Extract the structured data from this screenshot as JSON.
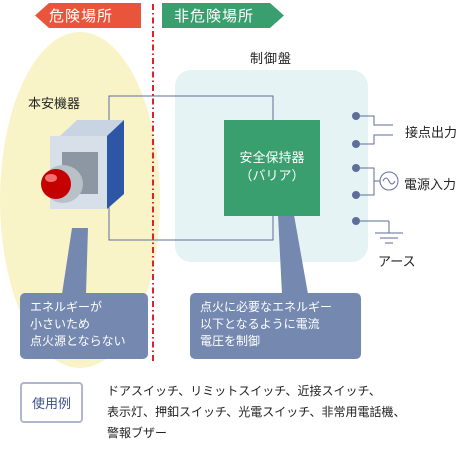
{
  "zones": {
    "hazardous": "危険場所",
    "non_hazardous": "非危険場所"
  },
  "device_label": "本安機器",
  "panel_label": "制御盤",
  "barrier": {
    "line1": "安全保持器",
    "line2": "（バリア）"
  },
  "terminals": {
    "contact_output": "接点出力",
    "power_input": "電源入力",
    "earth": "アース"
  },
  "callouts": {
    "left": [
      "エネルギーが",
      "小さいため",
      "点火源とならない"
    ],
    "right": [
      "点火に必要なエネルギー",
      "以下となるように電流",
      "電圧を制御"
    ]
  },
  "examples": {
    "label": "使用例",
    "lines": [
      "ドアスイッチ、リミットスイッチ、近接スイッチ、",
      "表示灯、押釦スイッチ、光電スイッチ、非常用電話機、",
      "警報ブザー"
    ]
  },
  "colors": {
    "hazard_red": "#e8553b",
    "safe_green": "#3a9f6f",
    "barrier_green": "#3a9f6f",
    "callout_blue": "#7488b0",
    "divider_red": "#e0202c",
    "hazard_area_yellow": "#f8f4c8",
    "panel_area_blue": "#e6f3f5",
    "wire": "#5e6e98"
  }
}
